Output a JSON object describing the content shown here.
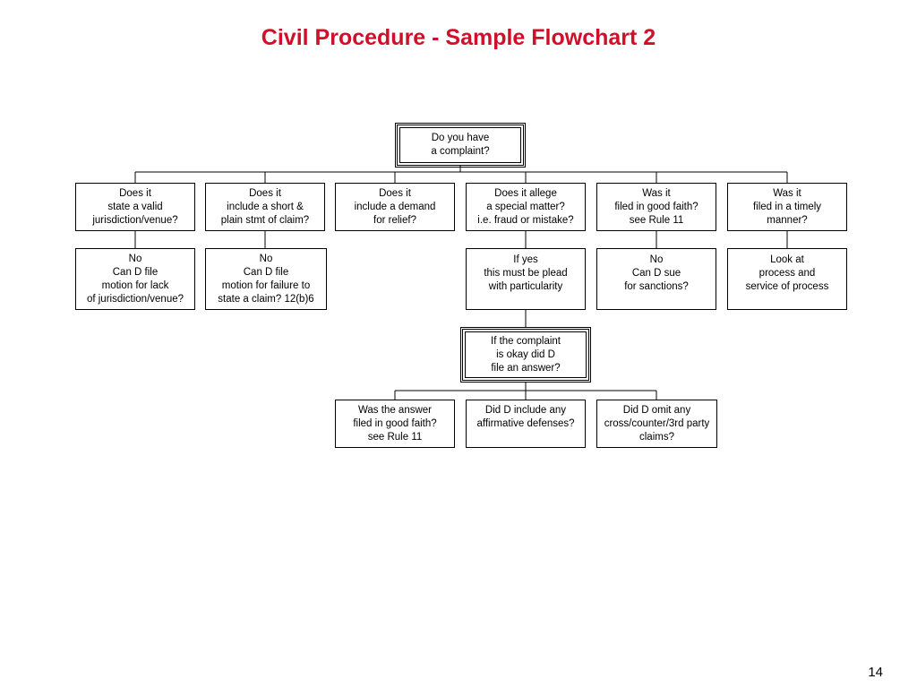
{
  "title": "Civil Procedure - Sample Flowchart 2",
  "page_number": "14",
  "root": {
    "lines": [
      "Do you have",
      "a complaint?"
    ]
  },
  "questions": [
    {
      "lines": [
        "Does it",
        "state a valid",
        "jurisdiction/venue?"
      ]
    },
    {
      "lines": [
        "Does it",
        "include a short &",
        "plain stmt of claim?"
      ]
    },
    {
      "lines": [
        "Does it",
        "include a demand",
        "for relief?"
      ]
    },
    {
      "lines": [
        "Does it allege",
        "a special matter?",
        "i.e. fraud or mistake?"
      ]
    },
    {
      "lines": [
        "Was it",
        "filed in good faith?",
        "see Rule 11"
      ]
    },
    {
      "lines": [
        "Was it",
        "filed in a timely",
        "manner?"
      ]
    }
  ],
  "responses": [
    {
      "lines": [
        "No",
        "Can D file",
        "motion for lack",
        "of jurisdiction/venue?"
      ]
    },
    {
      "lines": [
        "No",
        "Can D file",
        "motion for failure to",
        "state a claim? 12(b)6"
      ]
    },
    {
      "lines": [
        "If yes",
        "this must be plead",
        "with particularity"
      ]
    },
    {
      "lines": [
        "No",
        "Can D sue",
        "for sanctions?"
      ]
    },
    {
      "lines": [
        "Look at",
        "process and",
        "service of process"
      ]
    }
  ],
  "answer_node": {
    "lines": [
      "If the complaint",
      "is okay did D",
      "file an answer?"
    ]
  },
  "answer_questions": [
    {
      "lines": [
        "Was the answer",
        "filed in good faith?",
        "see Rule 11"
      ]
    },
    {
      "lines": [
        "Did D include any",
        "affirmative defenses?"
      ]
    },
    {
      "lines": [
        "Did D omit any",
        "cross/counter/3rd party",
        "claims?"
      ]
    }
  ]
}
